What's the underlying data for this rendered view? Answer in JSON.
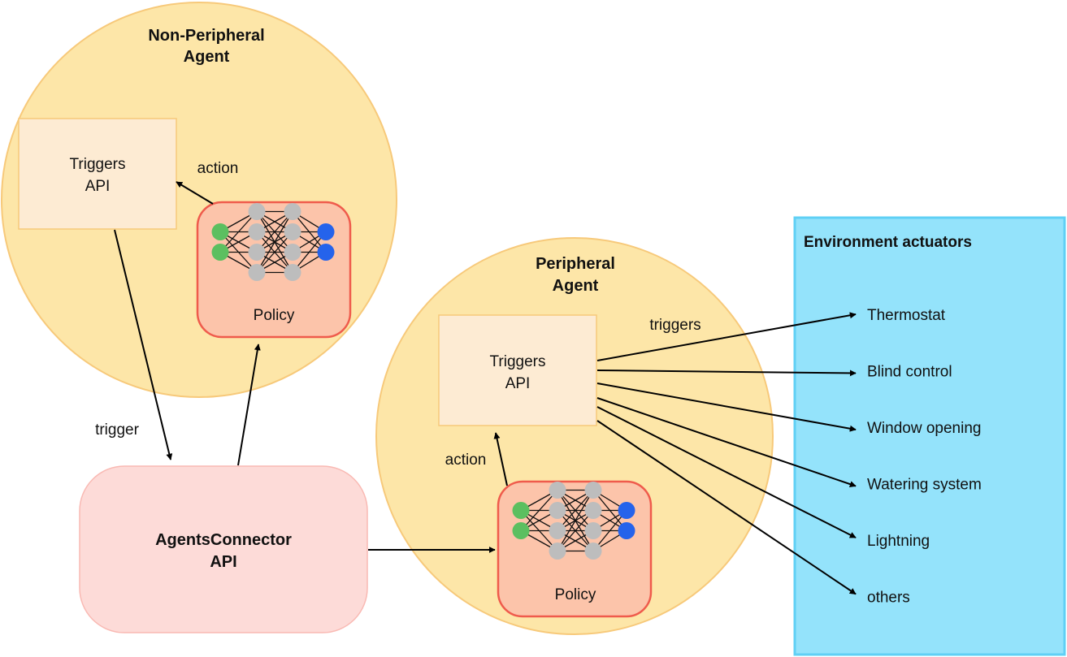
{
  "non_peripheral_agent": {
    "title_line1": "Non-Peripheral",
    "title_line2": "Agent",
    "triggers_api": {
      "line1": "Triggers",
      "line2": "API"
    },
    "policy_label": "Policy",
    "action_label": "action"
  },
  "peripheral_agent": {
    "title_line1": "Peripheral",
    "title_line2": "Agent",
    "triggers_api": {
      "line1": "Triggers",
      "line2": "API"
    },
    "policy_label": "Policy",
    "action_label": "action",
    "triggers_label": "triggers"
  },
  "agents_connector": {
    "line1": "AgentsConnector",
    "line2": "API"
  },
  "trigger_label": "trigger",
  "environment": {
    "title": "Environment actuators",
    "actuators": [
      "Thermostat",
      "Blind control",
      "Window opening",
      "Watering system",
      "Lightning",
      "others"
    ]
  },
  "neural_network": {
    "layers": [
      2,
      4,
      4,
      2
    ],
    "layer_colors": [
      "#5cbf60",
      "#bdbdbd",
      "#bdbdbd",
      "#2563eb"
    ]
  },
  "colors": {
    "agent_fill": "#fde6a8",
    "agent_stroke": "#f7c97a",
    "api_box_fill": "#fdebd3",
    "api_box_stroke": "#f7c97a",
    "policy_fill": "#fcc4aa",
    "policy_stroke": "#ef5b4c",
    "connector_fill": "#fddbd8",
    "connector_stroke": "#f9b9b3",
    "env_fill": "#94e3fb",
    "env_stroke": "#5fd0f5"
  }
}
